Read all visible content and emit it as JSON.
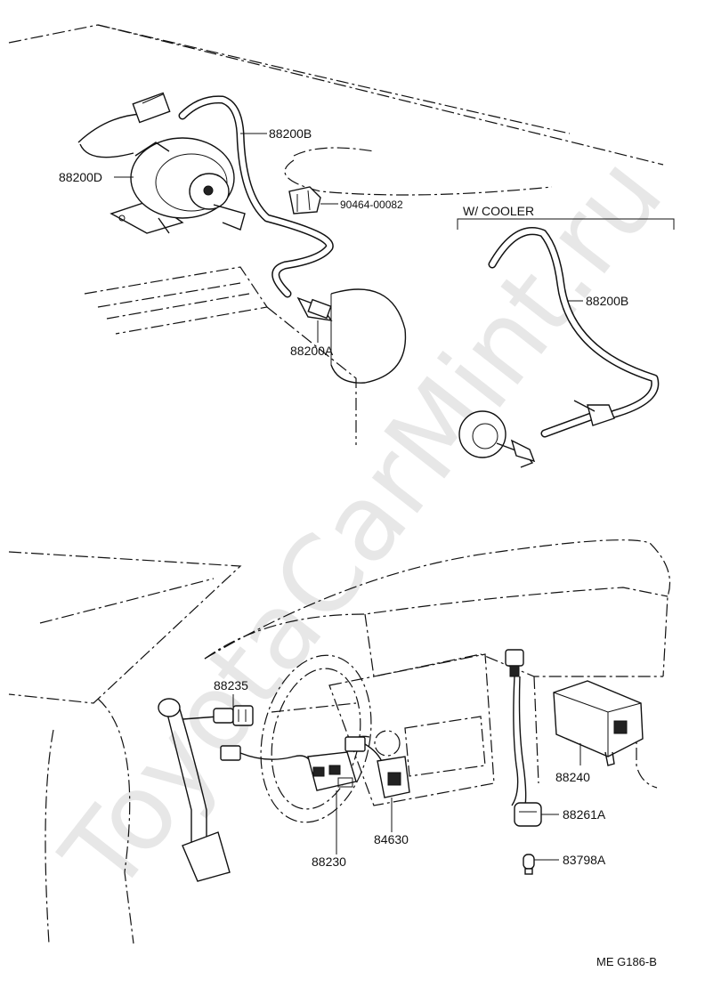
{
  "watermark": "ToyotaCarMint.ru",
  "groups": {
    "cooler": "W/ COOLER"
  },
  "labels": {
    "p88200B_main": "88200B",
    "p88200D": "88200D",
    "p90464": "90464-00082",
    "p88200A": "88200A",
    "p88200B_cooler": "88200B",
    "p88235": "88235",
    "p88240": "88240",
    "p88261A": "88261A",
    "p84630": "84630",
    "p88230": "88230",
    "p83798A": "83798A"
  },
  "reference_code": "ME  G186-B"
}
